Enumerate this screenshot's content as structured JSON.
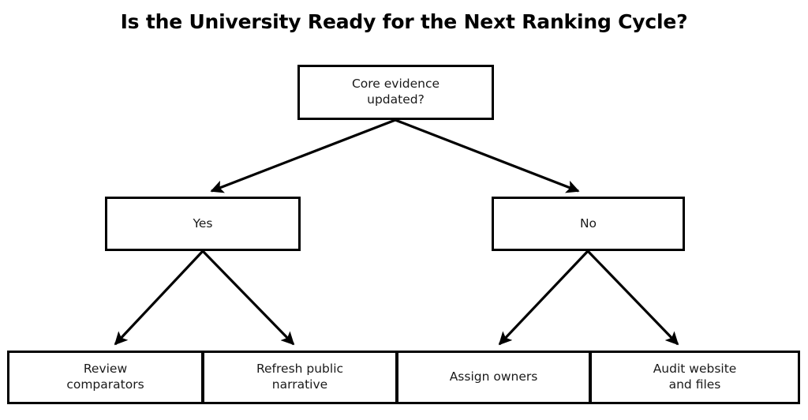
{
  "diagram": {
    "title": "Is the University Ready for the Next Ranking Cycle?",
    "type": "decision-tree-flowchart",
    "colors": {
      "background": "#ffffff",
      "box_border": "#000000",
      "box_fill": "#ffffff",
      "text": "#1a1a1a",
      "title_text": "#000000",
      "arrow": "#000000"
    },
    "root": {
      "id": "root",
      "label": "Core evidence\nupdated?",
      "line1": "Core evidence",
      "line2": "updated?"
    },
    "branches": [
      {
        "id": "yes",
        "label": "Yes",
        "leaves": [
          {
            "id": "leaf-0",
            "label": "Review\ncomparators",
            "line1": "Review",
            "line2": "comparators"
          },
          {
            "id": "leaf-1",
            "label": "Refresh public\nnarrative",
            "line1": "Refresh public",
            "line2": "narrative"
          }
        ]
      },
      {
        "id": "no",
        "label": "No",
        "leaves": [
          {
            "id": "leaf-2",
            "label": "Assign owners",
            "line1": "Assign owners",
            "line2": ""
          },
          {
            "id": "leaf-3",
            "label": "Audit website\nand files",
            "line1": "Audit website",
            "line2": "and files"
          }
        ]
      }
    ],
    "edges": [
      {
        "id": "edge-root-yes",
        "from": "root",
        "to": "yes",
        "arrowhead": true
      },
      {
        "id": "edge-root-no",
        "from": "root",
        "to": "no",
        "arrowhead": true
      },
      {
        "id": "edge-yes-leaf-0",
        "from": "yes",
        "to": "leaf-0",
        "arrowhead": true
      },
      {
        "id": "edge-yes-leaf-1",
        "from": "yes",
        "to": "leaf-1",
        "arrowhead": true
      },
      {
        "id": "edge-no-leaf-2",
        "from": "no",
        "to": "leaf-2",
        "arrowhead": true
      },
      {
        "id": "edge-no-leaf-3",
        "from": "no",
        "to": "leaf-3",
        "arrowhead": true
      }
    ]
  }
}
